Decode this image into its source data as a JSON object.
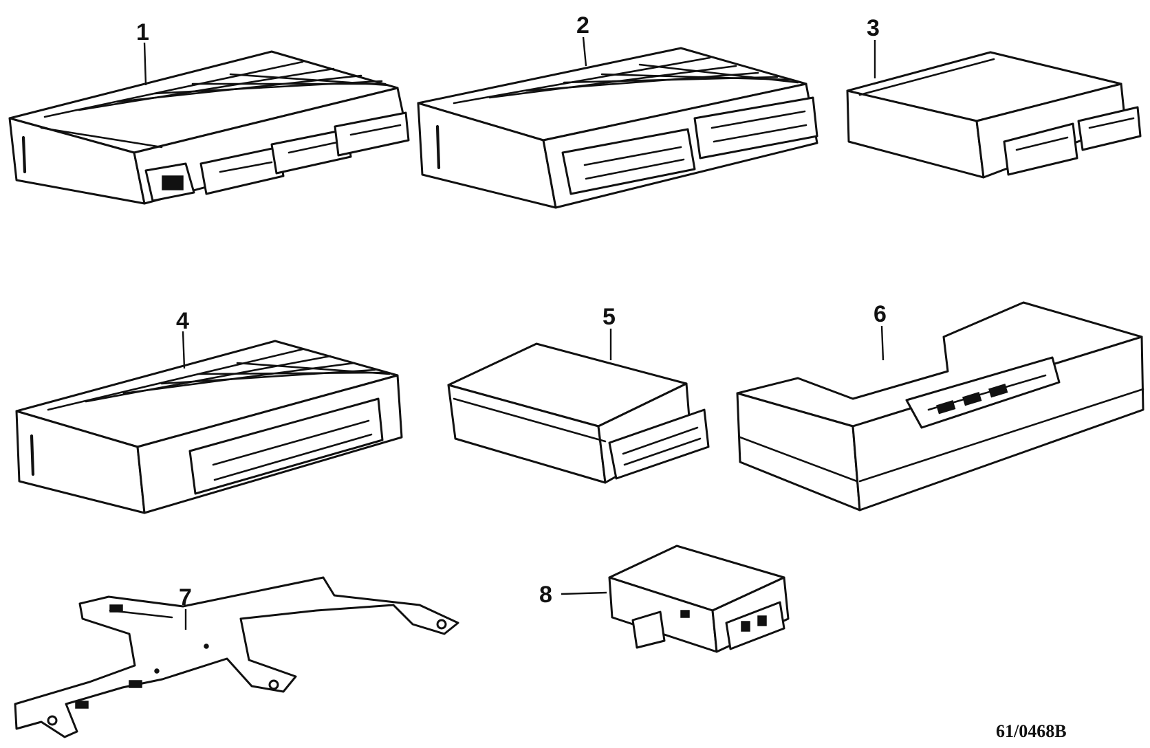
{
  "diagram": {
    "callouts": [
      {
        "id": "1",
        "label": "1"
      },
      {
        "id": "2",
        "label": "2"
      },
      {
        "id": "3",
        "label": "3"
      },
      {
        "id": "4",
        "label": "4"
      },
      {
        "id": "5",
        "label": "5"
      },
      {
        "id": "6",
        "label": "6"
      },
      {
        "id": "7",
        "label": "7"
      },
      {
        "id": "8",
        "label": "8"
      }
    ],
    "figure_code": "61/0468B",
    "line_color": "#111111",
    "background": "#ffffff"
  }
}
